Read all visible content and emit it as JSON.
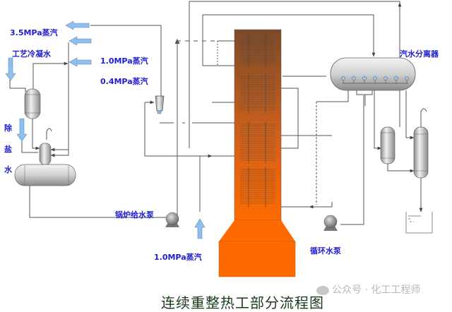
{
  "diagram": {
    "title": "连续重整热工部分流程图",
    "watermark": "公众号 · 化工工程师",
    "labels": {
      "steam_35": "3.5MPa蒸汽",
      "process_condensate": "工艺冷凝水",
      "steam_10_top": "1.0MPa蒸汽",
      "steam_04": "0.4MPa蒸汽",
      "desalted_1": "除",
      "desalted_2": "盐",
      "desalted_3": "水",
      "boiler_feed_pump": "锅炉给水泵",
      "steam_10_bottom": "1.0MPa蒸汽",
      "circulation_pump": "循环水泵",
      "steam_drum": "汽水分离器"
    },
    "equipment": [
      "deaerator",
      "condensate-drum",
      "desuperheater",
      "furnace",
      "convection-coils",
      "steam-drum",
      "boiler-feed-pump",
      "circulation-pump",
      "blowdown-drum",
      "blowdown-tank",
      "sump"
    ],
    "colors": {
      "label": "#1f1fd0",
      "line": "#555555",
      "furnace_top": "#7a4a2a",
      "furnace_bottom": "#ff6a00",
      "arrow_fill": "#8fc0ec",
      "vessel": "#d8d8d8"
    }
  }
}
